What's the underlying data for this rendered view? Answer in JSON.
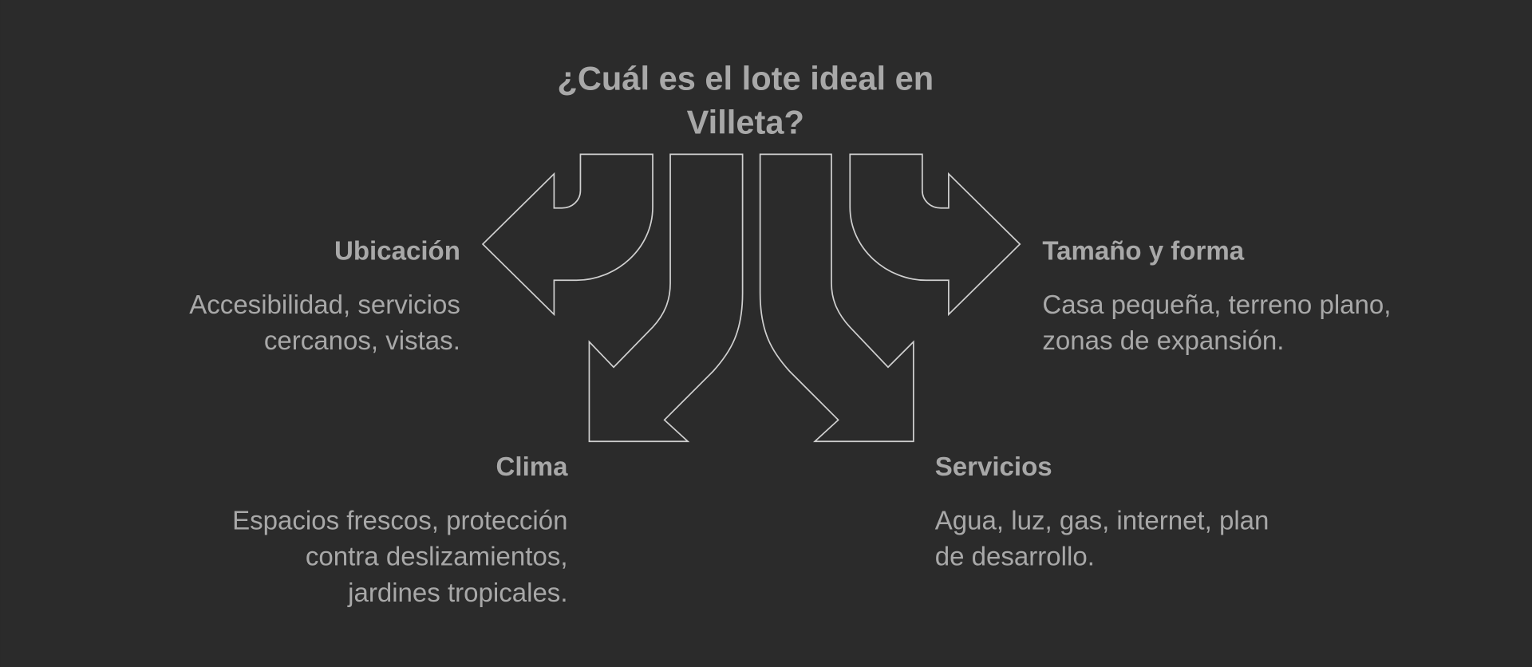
{
  "title": {
    "line1": "¿Cuál es el lote ideal en",
    "line2": "Villeta?"
  },
  "branches": [
    {
      "label": "Ubicación",
      "lines": [
        "Accesibilidad, servicios",
        "cercanos, vistas."
      ]
    },
    {
      "label": "Clima",
      "lines": [
        "Espacios frescos, protección",
        "contra deslizamientos,",
        "jardines tropicales."
      ]
    },
    {
      "label": "Servicios",
      "lines": [
        "Agua, luz, gas, internet, plan",
        "de desarrollo."
      ]
    },
    {
      "label": "Tamaño y forma",
      "lines": [
        "Casa pequeña, terreno plano,",
        "zonas de expansión."
      ]
    }
  ],
  "colors": {
    "background": "#2b2b2b",
    "text": "#a8a8a8",
    "stroke": "#d0d0d0"
  }
}
